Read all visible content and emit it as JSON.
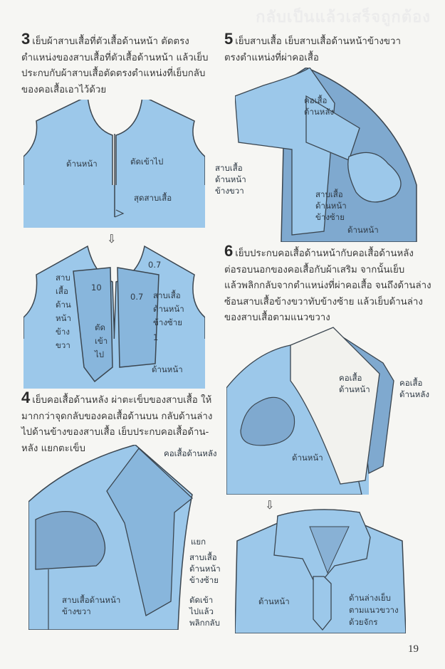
{
  "page": {
    "number": "19",
    "ghost_header": "กลับเป็นแล้วเสร็จถูกต้อง"
  },
  "steps": [
    {
      "num": "3",
      "text_lines": [
        "เย็บผ้าสาบเสื้อที่ตัวเสื้อด้านหน้า    ตัดตรง",
        "ตำแหน่งของสาบเสื้อที่ตัวเสื้อด้านหน้า  แล้วเย็บ",
        "ประกบกับผ้าสาบเสื้อตัดตรงตำแหน่งที่เย็บกลับ",
        "ของคอเสื้อเอาไว้ด้วย"
      ],
      "figures": [
        {
          "labels": [
            "ด้านหน้า",
            "ตัดเข้าไป",
            "สุดสาบเสื้อ"
          ]
        },
        {
          "labels": [
            "สาบ",
            "เสื้อ",
            "ด้าน",
            "หน้า",
            "ข้าง",
            "ขวา",
            "10",
            "0.7",
            "0.7",
            "ตัด",
            "เข้า",
            "ไป",
            "สาบเสื้อ",
            "ด้านหน้า",
            "ข้างซ้าย",
            "1",
            "ด้านหน้า"
          ]
        }
      ]
    },
    {
      "num": "4",
      "text_lines": [
        "เย็บคอเสื้อด้านหลัง ผ่าตะเข็บของสาบเสื้อ ให้",
        "มากกว่าจุดกลับของคอเสื้อด้านบน  กลับด้านล่าง",
        "ไปด้านข้างของสาบเสื้อ  เย็บประกบคอเสื้อด้าน-",
        "หลัง แยกตะเข็บ"
      ],
      "figures": [
        {
          "labels": [
            "คอเสื้อด้านหลัง",
            "แยก",
            "สาบเสื้อ",
            "ด้านหน้า",
            "ข้างซ้าย",
            "สาบเสื้อด้านหน้า",
            "ข้างขวา",
            "ตัดเข้า",
            "ไปแล้ว",
            "พลิกกลับ"
          ]
        }
      ]
    },
    {
      "num": "5",
      "text_lines": [
        "เย็บสาบเสื้อ   เย็บสาบเสื้อด้านหน้าข้างขวา",
        "ตรงตำแหน่งที่ผ่าคอเสื้อ"
      ],
      "figures": [
        {
          "labels": [
            "คอเสื้อ",
            "ด้านหลัง",
            "สาบเสื้อ",
            "ด้านหน้า",
            "ข้างขวา",
            "สาบเสื้อ",
            "ด้านหน้า",
            "ข้างซ้าย",
            "ด้านหน้า"
          ]
        }
      ]
    },
    {
      "num": "6",
      "text_lines": [
        "เย็บประกบคอเสื้อด้านหน้ากับคอเสื้อด้านหลัง",
        "ต่อรอบนอกของคอเสื้อกับผ้าเสริม   จากนั้นเย็บ",
        "แล้วพลิกกลับจากตำแหน่งที่ผ่าคอเสื้อ จนถึงด้านล่าง",
        "ซ้อนสาบเสื้อข้างขวาทับข้างซ้าย  แล้วเย็บด้านล่าง",
        "ของสาบเสื้อตามแนวขวาง"
      ],
      "figures": [
        {
          "labels": [
            "คอเสื้อ",
            "ด้านหน้า",
            "คอเสื้อ",
            "ด้านหลัง",
            "ด้านหน้า"
          ]
        },
        {
          "labels": [
            "ด้านหน้า",
            "ด้านล่างเย็บ",
            "ตามแนวขวาง",
            "ด้วยจักร"
          ]
        }
      ]
    }
  ],
  "icons": {
    "arrow_down": "⇩"
  },
  "colors": {
    "fabric": "#9cc8ea",
    "fabric_dark": "#7fa9cf",
    "outline": "#3b4650",
    "paper": "#f6f6f3"
  }
}
